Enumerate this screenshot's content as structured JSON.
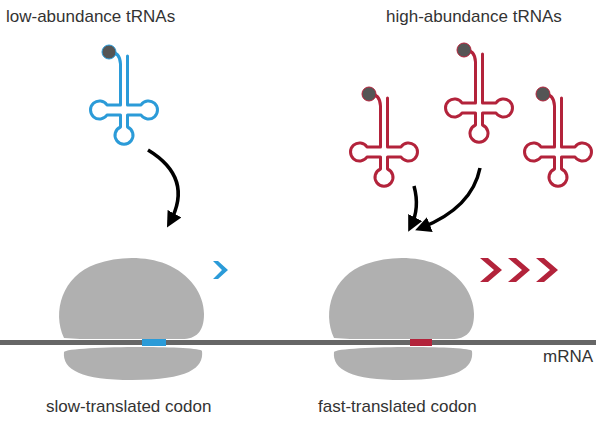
{
  "diagram": {
    "labels": [
      "low-abundance tRNAs",
      "high-abundance tRNAs",
      "mRNA",
      "slow-translated codon",
      "fast-translated codon"
    ]
  }
}
